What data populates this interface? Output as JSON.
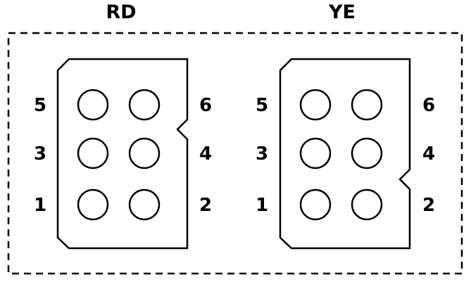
{
  "connectors": [
    {
      "name": "RD",
      "key_side": "upper-right",
      "pin_labels": {
        "p5": "5",
        "p6": "6",
        "p3": "3",
        "p4": "4",
        "p1": "1",
        "p2": "2"
      }
    },
    {
      "name": "YE",
      "key_side": "lower-right",
      "pin_labels": {
        "p5": "5",
        "p6": "6",
        "p3": "3",
        "p4": "4",
        "p1": "1",
        "p2": "2"
      }
    }
  ],
  "colors": {
    "stroke": "#000000",
    "background": "#ffffff"
  }
}
